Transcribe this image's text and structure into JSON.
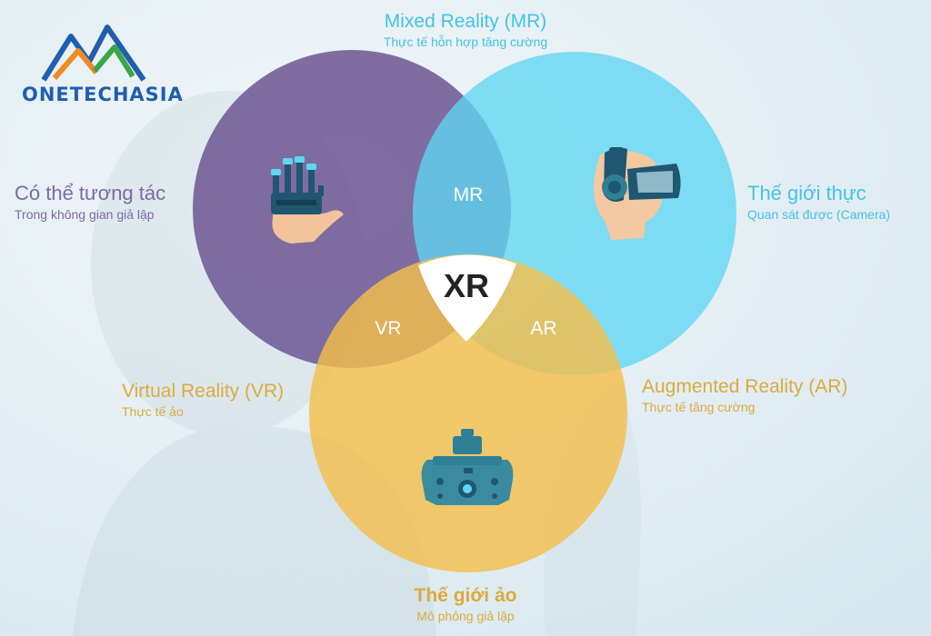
{
  "brand": {
    "name": "ONETECHASIA"
  },
  "center": {
    "label": "XR"
  },
  "regions": {
    "mr": "MR",
    "vr": "VR",
    "ar": "AR"
  },
  "labels": {
    "top": {
      "title": "Mixed Reality (MR)",
      "subtitle": "Thực tế hỗn hợp tăng cường"
    },
    "upper_left": {
      "title": "Có thể tương tác",
      "subtitle": "Trong không gian giả lập"
    },
    "upper_right": {
      "title": "Thế giới thực",
      "subtitle": "Quan sát được (Camera)"
    },
    "lower_left": {
      "title": "Virtual Reality (VR)",
      "subtitle": "Thực tế ảo"
    },
    "lower_right": {
      "title": "Augmented Reality (AR)",
      "subtitle": "Thực tế tăng cường"
    },
    "bottom": {
      "title": "Thế giới ảo",
      "subtitle": "Mô phỏng giả lập"
    }
  },
  "colors": {
    "purple": "#6f5a96",
    "cyan": "#5fd6f2",
    "yellow": "#f3be4c",
    "purple_text": "#7a6aa3",
    "cyan_text": "#44c2e6",
    "yellow_text": "#dcaa3c",
    "logo_blue": "#1f5fae",
    "logo_orange": "#f08a24",
    "logo_green": "#3aa64a"
  },
  "icons": {
    "upper_left": "vr-glove-hand-icon",
    "upper_right": "vr-headset-head-icon",
    "bottom": "vr-headset-icon"
  }
}
